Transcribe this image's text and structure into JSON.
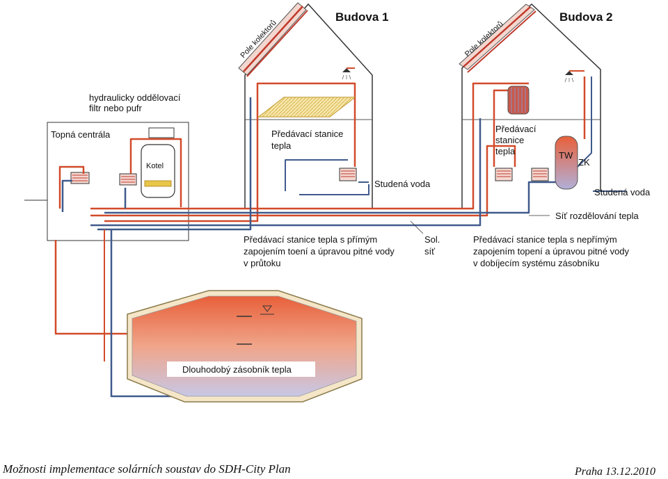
{
  "buildings": [
    {
      "name": "Budova 1",
      "collector_label": "Pole kolektorů"
    },
    {
      "name": "Budova 2",
      "collector_label": "Pole kolektorů"
    }
  ],
  "filter_label_line1": "hydraulicky oddělovací",
  "filter_label_line2": "filtr nebo pufr",
  "heating_plant_label": "Topná centrála",
  "boiler_label": "Kotel",
  "station1_label_line1": "Předávací stanice",
  "station1_label_line2": "tepla",
  "station2_label_line1": "Předávací",
  "station2_label_line2": "stanice",
  "station2_label_line3": "tepla",
  "cold_water_label_1": "Studená voda",
  "cold_water_label_2": "Studená voda",
  "tw_label": "TW",
  "zk_label": "ZK",
  "network_label": "Síť rozdělování tepla",
  "direct_caption": [
    "Předávací stanice tepla s přímým",
    "zapojením toení a úpravou pitné vody",
    "v průtoku"
  ],
  "solar_net_caption": [
    "Sol.",
    "síť"
  ],
  "indirect_caption": [
    "Předávací stanice tepla s nepřímým",
    "zapojením topení a úpravou pitné vody",
    "v dobíjecím systému zásobníku"
  ],
  "storage_label": "Dlouhodobý zásobník tepla",
  "footer_left": "Možnosti implementace solárních soustav do SDH-City Plan",
  "footer_right": "Praha 13.12.2010",
  "colors": {
    "hot_pipe": "#d24a2a",
    "cold_pipe": "#3f5a8c",
    "collector": "#c0392b",
    "floor_heating": "#e8c64a"
  }
}
